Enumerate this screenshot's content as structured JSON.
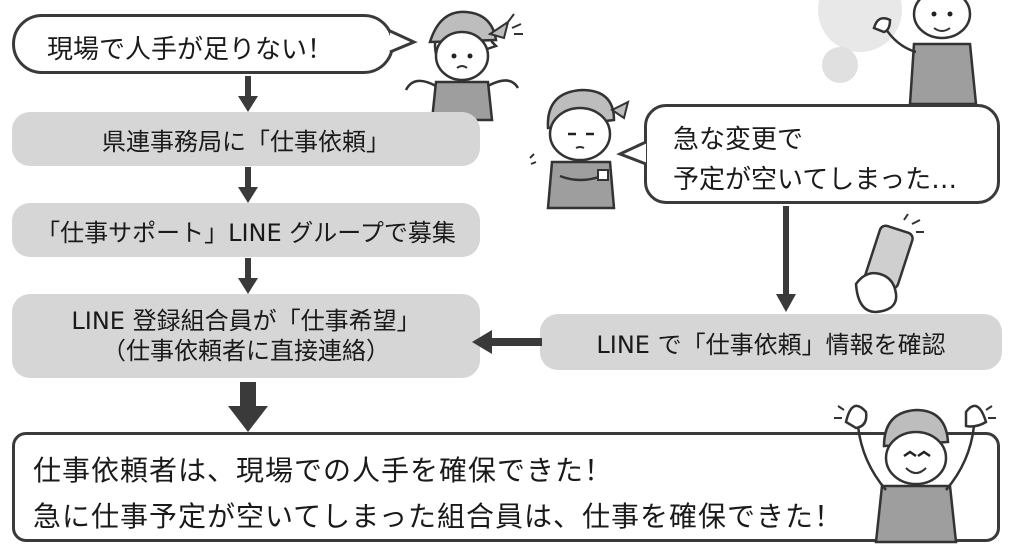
{
  "bubble_shortage": {
    "text": "現場で人手が足りない！"
  },
  "step_request": {
    "text": "県連事務局に「仕事依頼」"
  },
  "step_group": {
    "text": "「仕事サポート」LINE グループで募集"
  },
  "step_member": {
    "line1": "LINE 登録組合員が「仕事希望」",
    "line2": "（仕事依頼者に直接連絡）"
  },
  "bubble_change": {
    "line1": "急な変更で",
    "line2": "予定が空いてしまった…"
  },
  "step_check": {
    "text": "LINE で「仕事依頼」情報を確認"
  },
  "result": {
    "line1": "仕事依頼者は、現場での人手を確保できた！",
    "line2": "急に仕事予定が空いてしまった組合員は、仕事を確保できた！"
  },
  "colors": {
    "box_fill": "#d6d6d6",
    "arrow": "#3a3a3a",
    "outline": "#3a3a3a"
  },
  "icons": [
    "worker-shrug-icon",
    "worker-wave-icon",
    "worker-checking-watch-icon",
    "smartphone-hand-icon",
    "worker-cheering-icon"
  ]
}
